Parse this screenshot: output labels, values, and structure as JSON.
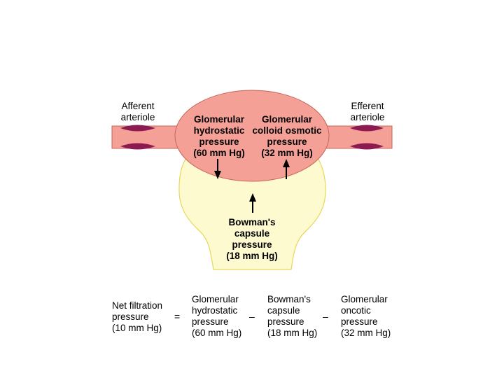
{
  "diagram": {
    "afferent_label": [
      "Afferent",
      "arteriole"
    ],
    "efferent_label": [
      "Efferent",
      "arteriole"
    ],
    "glomerular_hydrostatic": [
      "Glomerular",
      "hydrostatic",
      "pressure",
      "(60 mm Hg)"
    ],
    "glomerular_colloid": [
      "Glomerular",
      "colloid osmotic",
      "pressure",
      "(32 mm Hg)"
    ],
    "bowmans_capsule": [
      "Bowman's",
      "capsule",
      "pressure",
      "(18 mm Hg)"
    ]
  },
  "equation": {
    "net": [
      "Net filtration",
      "pressure",
      "(10 mm Hg)"
    ],
    "equals": "=",
    "minus1": "–",
    "minus2": "–",
    "term1": [
      "Glomerular",
      "hydrostatic",
      "pressure",
      "(60 mm Hg)"
    ],
    "term2": [
      "Bowman's",
      "capsule",
      "pressure",
      "(18 mm Hg)"
    ],
    "term3": [
      "Glomerular",
      "oncotic",
      "pressure",
      "(32 mm Hg)"
    ]
  },
  "colors": {
    "glomerulus_fill": "#f4a096",
    "capsule_fill": "#fdfacf",
    "capsule_stroke": "#e6d75a",
    "vessel_wall": "#8e1a52"
  }
}
